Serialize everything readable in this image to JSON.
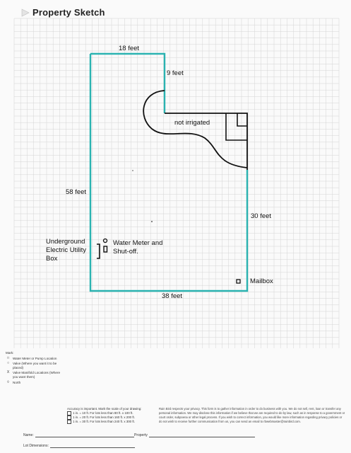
{
  "header": {
    "title": "Property Sketch",
    "logo_icon": "triangle-logo-icon"
  },
  "sketch": {
    "labels": {
      "top": "18 feet",
      "notch": "9 feet",
      "not_irrigated": "not irrigated",
      "left": "58 feet",
      "right": "30 feet",
      "bottom": "38 feet",
      "mailbox": "Mailbox",
      "utility_box": "Underground Electric Utility Box",
      "water_meter": "Water Meter and Shut-off."
    },
    "colors": {
      "boundary": "#2bb3b1",
      "ink": "#111111",
      "grid": "#d2d2d2"
    }
  },
  "legend": {
    "heading": "Mark:",
    "items": [
      {
        "symbol": "□",
        "text": "Water Meter or Pump Location"
      },
      {
        "symbol": "○",
        "text": "Valve (Where you want it to be placed)"
      },
      {
        "symbol": "X",
        "text": "Valve Manifold Locations (Where you want them)"
      },
      {
        "symbol": "◊",
        "text": "North"
      }
    ]
  },
  "accuracy": {
    "heading": "Accuracy is important. Mark the scale of your drawing:",
    "options": [
      "1 in. = 10 ft. For lots less than 80 ft. x 100 ft.",
      "1 in. = 20 ft. For lots less than 160 ft. x 200 ft.",
      "1 in. = 30 ft. For lots less than 240 ft. x 300 ft."
    ]
  },
  "privacy": {
    "text": "Rain Bird respects your privacy. This form is to gather information in order to do business with you. We do not sell, rent, loan or transfer any personal information. We may disclose this information if we believe that we are required to do by law, such as in response to a government or court order, subpoena or other legal process. If you wish to correct information, you would like more information regarding privacy policies or do not wish to receive further communication from us, you can send an email to rbwebmaster@rainbird.com."
  },
  "fields": {
    "name": "Name:",
    "property": "Property",
    "lot_dimensions": "Lot Dimensions:"
  }
}
